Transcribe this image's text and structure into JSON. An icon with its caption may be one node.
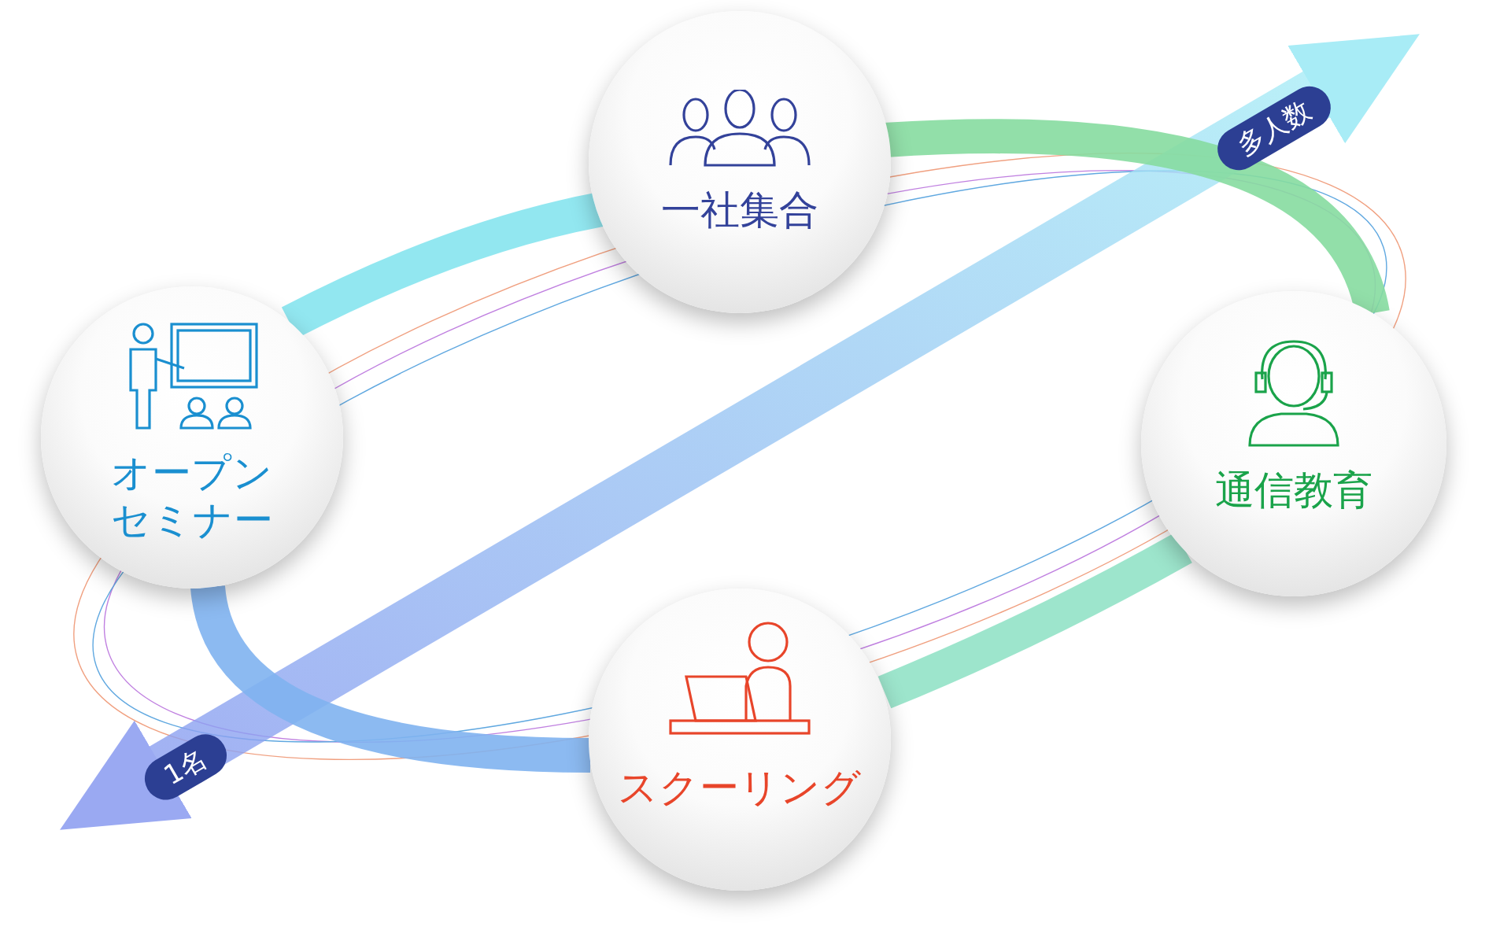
{
  "diagram": {
    "nodes": [
      {
        "text": [
          "一社集合"
        ]
      },
      {
        "text": [
          "オープンセミナー"
        ]
      },
      {
        "text": [
          "通信教育"
        ]
      },
      {
        "text": [
          "スクーリング"
        ]
      }
    ],
    "edges": [
      {
        "from": 1,
        "to": 0,
        "arrow": "none",
        "color": "#86e4ee"
      },
      {
        "from": 0,
        "to": 2,
        "arrow": "none",
        "color": "#86dca0"
      },
      {
        "from": 2,
        "to": 3,
        "arrow": "none",
        "color": "#92e2c6"
      },
      {
        "from": 3,
        "to": 1,
        "arrow": "none",
        "color": "#7fb2f0"
      }
    ],
    "labels": [
      "多人数",
      "1名"
    ]
  }
}
